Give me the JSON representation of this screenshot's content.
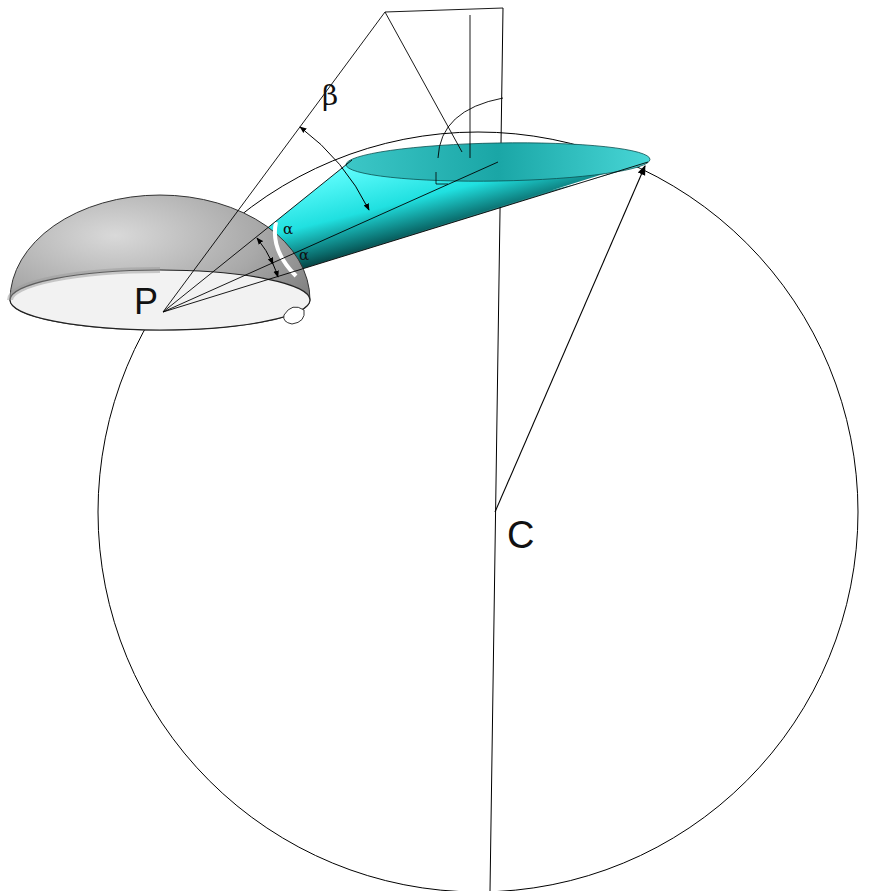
{
  "diagram": {
    "labels": [
      "β",
      "α",
      "α",
      "P",
      "C"
    ]
  }
}
